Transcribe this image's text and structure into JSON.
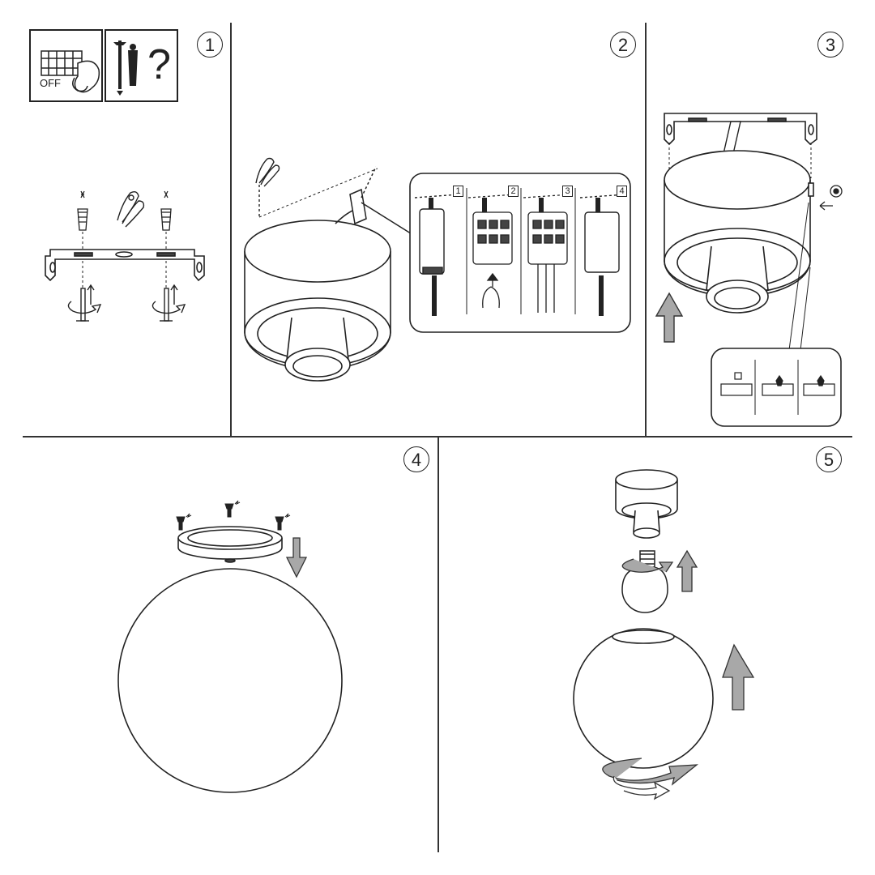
{
  "steps": [
    {
      "number": "1"
    },
    {
      "number": "2"
    },
    {
      "number": "3"
    },
    {
      "number": "4"
    },
    {
      "number": "5"
    }
  ],
  "step1": {
    "switch_label": "OFF",
    "question_mark": "?"
  },
  "step2": {
    "sub_steps": [
      "1",
      "2",
      "3",
      "4"
    ]
  },
  "colors": {
    "line": "#222222",
    "arrow_fill": "#a8a8a8",
    "background": "#ffffff"
  },
  "icons": [
    "breaker-switch-icon",
    "screw-icon",
    "wall-plug-icon",
    "question-mark-icon",
    "pliers-icon",
    "mounting-bracket-icon",
    "rotate-arrow-icon",
    "terminal-block-icon",
    "lamp-shade-icon",
    "light-bulb-icon",
    "glass-globe-icon",
    "up-arrow-icon",
    "down-arrow-icon"
  ]
}
